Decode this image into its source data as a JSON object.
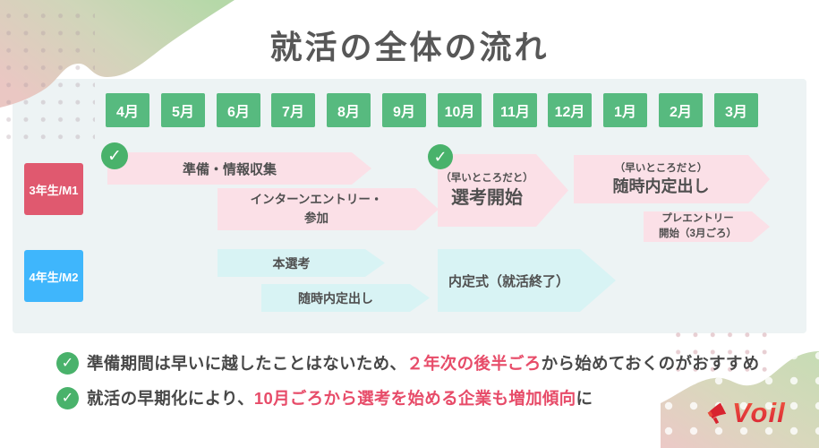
{
  "title": "就活の全体の流れ",
  "months": [
    "4月",
    "5月",
    "6月",
    "7月",
    "8月",
    "9月",
    "10月",
    "11月",
    "12月",
    "1月",
    "2月",
    "3月"
  ],
  "rows": {
    "row1": "3年生/M1",
    "row2": "4年生/M2"
  },
  "arrows": {
    "prep": {
      "label": "準備・情報収集"
    },
    "intern": {
      "line1": "インターンエントリー・",
      "line2": "参加"
    },
    "selection": {
      "note": "（早いところだと）",
      "label": "選考開始"
    },
    "offers_early": {
      "note": "（早いところだと）",
      "label": "随時内定出し"
    },
    "preentry": {
      "line1": "プレエントリー",
      "line2": "開始（3月ごろ）"
    },
    "main_selection": {
      "label": "本選考"
    },
    "offers": {
      "label": "随時内定出し"
    },
    "ceremony": {
      "label": "内定式（就活終了）"
    }
  },
  "notes": [
    {
      "pre": "準備期間は早いに越したことはないため、",
      "highlight": "２年次の後半ごろ",
      "post": "から始めておくのがおすすめ"
    },
    {
      "pre": "就活の早期化により、",
      "highlight": "10月ごろから選考を始める企業も増加傾向",
      "post": "に"
    }
  ],
  "logo": {
    "text": "Voil"
  },
  "icons": {
    "check": "✓"
  },
  "colors": {
    "month_green": "#57ba7f",
    "check_green": "#49b26b",
    "row1_pink": "#e0596f",
    "row2_blue": "#3fb6fc",
    "arrow_pink": "#fbe0e7",
    "arrow_cyan": "#d8f3f4",
    "highlight_red": "#e74c69",
    "panel_bg": "#edf3f4",
    "text_dark": "#484848",
    "logo_red": "#d81f33"
  }
}
